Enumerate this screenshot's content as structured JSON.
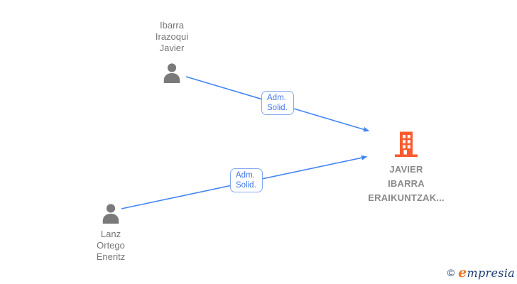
{
  "colors": {
    "background": "#ffffff",
    "arrow_blue": "#4285f4",
    "edge_label_text": "#4176e8",
    "edge_label_border": "#84a9ee",
    "person_icon_gray": "#7a7a7a",
    "person_name_gray": "#757575",
    "company_name_gray": "#8a8a8a",
    "building_orange": "#f95c2e",
    "logo_navy": "#1e3d73",
    "logo_orange": "#ee7623"
  },
  "diagram": {
    "persons": [
      {
        "lines": [
          "Ibarra",
          "Irazoqui",
          "Javier"
        ]
      },
      {
        "lines": [
          "Lanz",
          "Ortego",
          "Eneritz"
        ]
      }
    ],
    "company": {
      "lines": [
        "JAVIER",
        "IBARRA",
        "ERAIKUNTZAK..."
      ]
    },
    "edges": [
      {
        "label_lines": [
          "Adm.",
          "Solid."
        ]
      },
      {
        "label_lines": [
          "Adm.",
          "Solid."
        ]
      }
    ]
  },
  "watermark": {
    "copyright_symbol": "©",
    "brand_accent": "e",
    "brand_rest": "mpresia"
  }
}
